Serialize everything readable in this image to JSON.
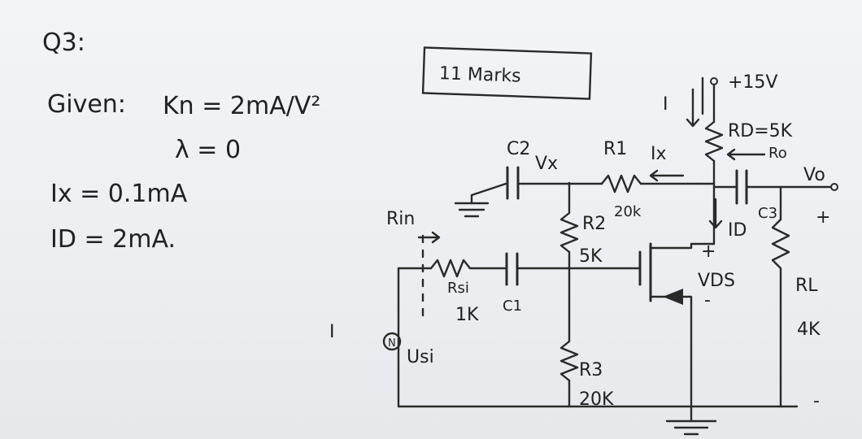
{
  "question": "Q3:",
  "marks": "11 Marks",
  "given": {
    "title": "Given:",
    "kn": "Kn = 2mA/V²",
    "lambda": "λ = 0",
    "ix": "Ix = 0.1mA",
    "id": "ID = 2mA."
  },
  "circuit": {
    "vdd": "+15V",
    "current_i": "I",
    "rd": "RD=5K",
    "ro": "Ro",
    "vo": "Vo",
    "c2": "C2",
    "vx": "Vx",
    "r1": "R1",
    "ix": "Ix",
    "r1_value": "20k",
    "c3": "C3",
    "rin": "Rin",
    "r2": "R2",
    "r2_value": "5K",
    "id": "ID",
    "plus_vds": "+",
    "vds": "VDS",
    "minus_vds": "-",
    "plus_rl": "+",
    "rsi": "Rsi",
    "rsi_value": "1K",
    "c1": "C1",
    "rl": "RL",
    "rl_value": "4K",
    "source": "N",
    "vsi": "Usi",
    "r3": "R3",
    "r3_value": "20K",
    "minus_rl": "-"
  },
  "stray_mark": "I",
  "colors": {
    "ink": "#2a2a2a",
    "paper": "#eceef0"
  }
}
